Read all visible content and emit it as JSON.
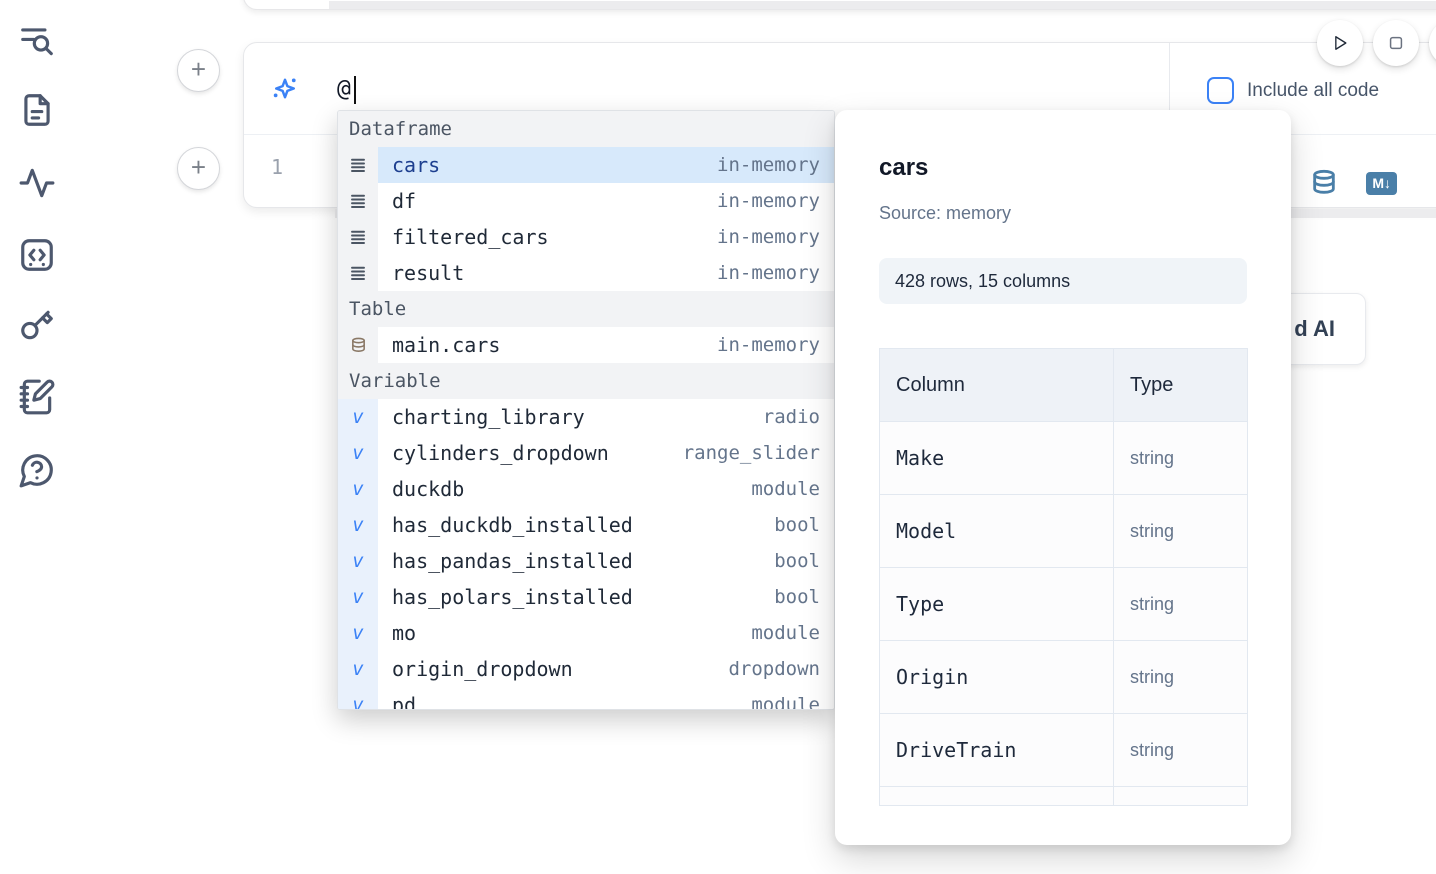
{
  "colors": {
    "accent": "#3b82f6",
    "selected_row_bg": "#d7e9fb",
    "steel_icon": "#4a7fa8"
  },
  "sidebar": {
    "icons": [
      {
        "name": "list-search-icon"
      },
      {
        "name": "file-icon"
      },
      {
        "name": "activity-icon"
      },
      {
        "name": "snippets-icon"
      },
      {
        "name": "secrets-key-icon"
      },
      {
        "name": "scratchpad-icon"
      },
      {
        "name": "help-icon"
      }
    ]
  },
  "toolbar": {
    "run_button_icon": "play-icon",
    "stop_button_icon": "stop-icon",
    "include_all_code_label": "Include all code",
    "include_all_code_checked": false
  },
  "cell": {
    "ai_prompt_value": "@",
    "line_number": "1",
    "markdown_badge": "M↓"
  },
  "ai_card": {
    "visible_label": "d AI"
  },
  "autocomplete": {
    "sections": [
      {
        "label": "Dataframe",
        "items": [
          {
            "name": "cars",
            "type": "in-memory",
            "icon": "rows-icon",
            "selected": true
          },
          {
            "name": "df",
            "type": "in-memory",
            "icon": "rows-icon",
            "selected": false
          },
          {
            "name": "filtered_cars",
            "type": "in-memory",
            "icon": "rows-icon",
            "selected": false
          },
          {
            "name": "result",
            "type": "in-memory",
            "icon": "rows-icon",
            "selected": false
          }
        ]
      },
      {
        "label": "Table",
        "items": [
          {
            "name": "main.cars",
            "type": "in-memory",
            "icon": "database-icon",
            "selected": false
          }
        ]
      },
      {
        "label": "Variable",
        "items": [
          {
            "name": "charting_library",
            "type": "radio",
            "icon": "variable-icon",
            "selected": false
          },
          {
            "name": "cylinders_dropdown",
            "type": "range_slider",
            "icon": "variable-icon",
            "selected": false
          },
          {
            "name": "duckdb",
            "type": "module",
            "icon": "variable-icon",
            "selected": false
          },
          {
            "name": "has_duckdb_installed",
            "type": "bool",
            "icon": "variable-icon",
            "selected": false
          },
          {
            "name": "has_pandas_installed",
            "type": "bool",
            "icon": "variable-icon",
            "selected": false
          },
          {
            "name": "has_polars_installed",
            "type": "bool",
            "icon": "variable-icon",
            "selected": false
          },
          {
            "name": "mo",
            "type": "module",
            "icon": "variable-icon",
            "selected": false
          },
          {
            "name": "origin_dropdown",
            "type": "dropdown",
            "icon": "variable-icon",
            "selected": false
          },
          {
            "name": "pd",
            "type": "module",
            "icon": "variable-icon",
            "selected": false,
            "clipped": true
          }
        ]
      }
    ],
    "variable_glyph": "v"
  },
  "preview": {
    "title": "cars",
    "source_label": "Source: memory",
    "shape_label": "428 rows, 15 columns",
    "table": {
      "headers": [
        "Column",
        "Type"
      ],
      "rows": [
        {
          "column": "Make",
          "type": "string"
        },
        {
          "column": "Model",
          "type": "string"
        },
        {
          "column": "Type",
          "type": "string"
        },
        {
          "column": "Origin",
          "type": "string"
        },
        {
          "column": "DriveTrain",
          "type": "string"
        }
      ],
      "has_partial_row": true
    }
  }
}
